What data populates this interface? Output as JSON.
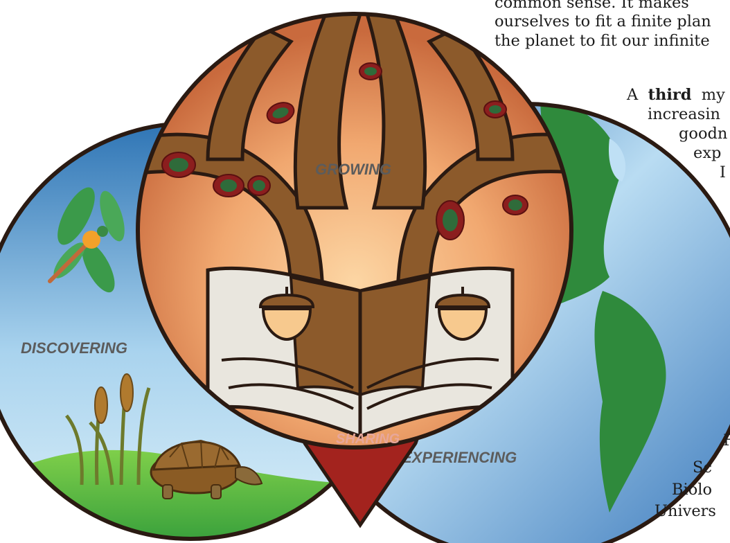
{
  "labels": {
    "growing": "GROWING",
    "discovering": "DISCOVERING",
    "experiencing": "EXPERIENCING",
    "sharing": "SHARING"
  },
  "text_lines": [
    "common sense. It makes",
    "ourselves to fit a finite plan",
    "the planet to fit our infinite",
    "third",
    "my",
    "increasin",
    "goodn",
    "exp",
    "I",
    "F",
    "Sc",
    "Biolo",
    "Univers"
  ],
  "text_prefix": "A",
  "colors": {
    "outline": "#2a1a12",
    "trunk": "#8c5a2b",
    "book_page": "#e9e6de",
    "leaf": "#8b1e1e",
    "leaf_inner": "#2f6b3a",
    "sharing_red": "#a3231e",
    "label_text": "#5c5c5c"
  },
  "icons": [
    "tree",
    "book",
    "acorn-icon",
    "dragonfly-icon",
    "turtle-icon",
    "cattail-icon",
    "globe"
  ]
}
